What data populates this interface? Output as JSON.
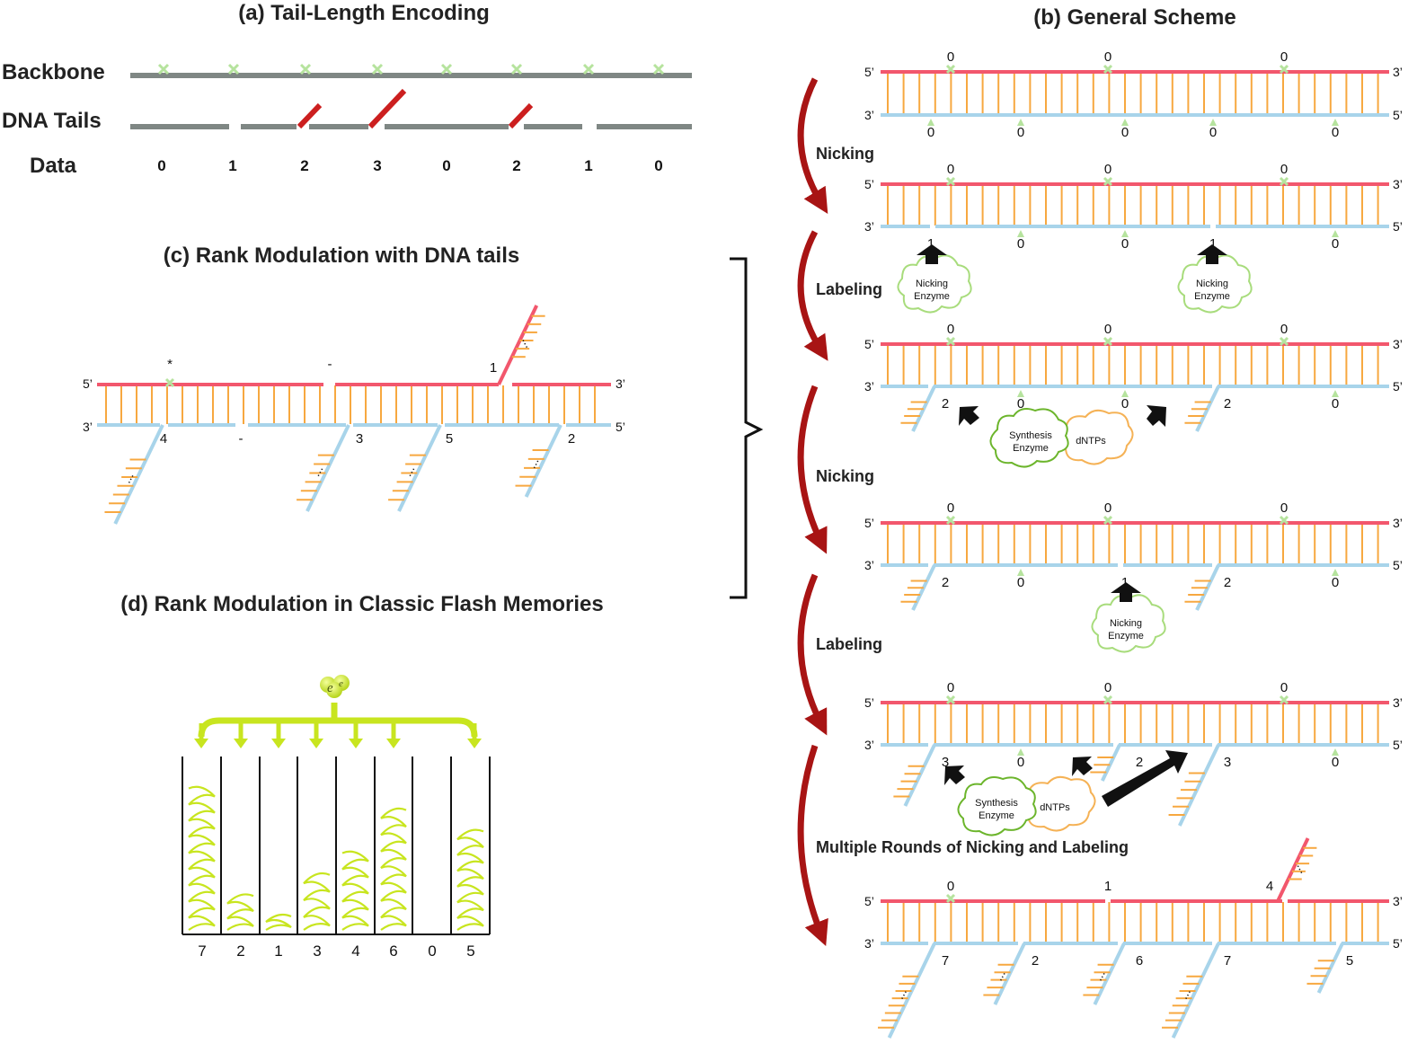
{
  "colors": {
    "top_strand": "#f2576d",
    "bottom_strand": "#a8d4ea",
    "rungs": "#f7a840",
    "nick_mark": "#b6e39e",
    "backbone": "#7f8784",
    "tail": "#cc1f1f",
    "arrow": "#a81414",
    "flash": "#c8e51f",
    "cloud_green": "#6cb52c",
    "cloud_light_green": "#a8dc7c",
    "cloud_orange": "#f5b256"
  },
  "panel_a": {
    "title": "(a) Tail-Length Encoding",
    "row_labels": [
      "Backbone",
      "DNA Tails",
      "Data"
    ],
    "data_values": [
      "0",
      "1",
      "2",
      "3",
      "0",
      "2",
      "1",
      "0"
    ]
  },
  "panel_b": {
    "title": "(b) General Scheme",
    "end_labels": {
      "five_prime": "5’",
      "three_prime": "3’"
    },
    "step_labels": [
      "Nicking",
      "Labeling",
      "Nicking",
      "Labeling",
      "Multiple Rounds of Nicking and Labeling"
    ],
    "cloud_labels": {
      "nicking_enzyme": [
        "Nicking",
        "Enzyme"
      ],
      "synthesis_enzyme": [
        "Synthesis",
        "Enzyme"
      ],
      "dntps": "dNTPs"
    },
    "stages": [
      {
        "top_numbers": [
          "0",
          "0",
          "0"
        ],
        "bottom_numbers": [
          "0",
          "0",
          "0",
          "0",
          "0"
        ]
      },
      {
        "top_numbers": [
          "0",
          "0",
          "0"
        ],
        "bottom_numbers": [
          "1",
          "0",
          "0",
          "1",
          "0"
        ]
      },
      {
        "top_numbers": [
          "0",
          "0",
          "0"
        ],
        "bottom_numbers": [
          "2",
          "0",
          "0",
          "2",
          "0"
        ]
      },
      {
        "top_numbers": [
          "0",
          "0",
          "0"
        ],
        "bottom_numbers": [
          "2",
          "0",
          "1",
          "2",
          "0"
        ]
      },
      {
        "top_numbers": [
          "0",
          "0",
          "0"
        ],
        "bottom_numbers": [
          "3",
          "0",
          "2",
          "3",
          "0"
        ]
      },
      {
        "top_numbers": [
          "0",
          "1",
          "4"
        ],
        "bottom_numbers": [
          "7",
          "2",
          "6",
          "7",
          "5"
        ]
      }
    ]
  },
  "panel_c": {
    "title": "(c)  Rank Modulation with DNA tails",
    "top_numbers": [
      "*",
      "-",
      "1"
    ],
    "bottom_numbers": [
      "4",
      "-",
      "3",
      "5",
      "2"
    ],
    "ellipsis": "..."
  },
  "panel_d": {
    "title": "(d)    Rank Modulation in Classic Flash Memories",
    "electron_label": "e",
    "cell_values": [
      "7",
      "2",
      "1",
      "3",
      "4",
      "6",
      "0",
      "5"
    ],
    "charge_levels": [
      7,
      2,
      1,
      3,
      4,
      6,
      0,
      5
    ]
  }
}
